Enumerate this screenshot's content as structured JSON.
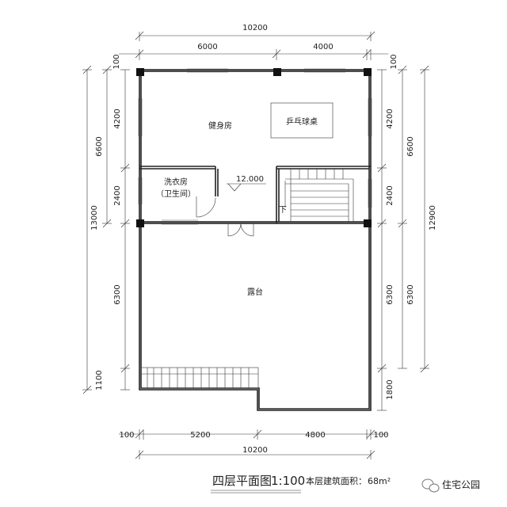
{
  "drawing": {
    "title": "四层平面图",
    "scale": "1:100",
    "area_label": "本层建筑面积：",
    "area_value": "68m²"
  },
  "rooms": {
    "gym": "健身房",
    "pingpong": "乒乓球桌",
    "laundry": "洗衣房",
    "laundry_sub": "（卫生间）",
    "terrace": "露台"
  },
  "elevation": "12.000",
  "stair_down": "下",
  "dims": {
    "top_total": "10200",
    "top_a": "6000",
    "top_b": "4000",
    "top_left_100": "100",
    "top_right_100": "100",
    "left_total": "13000",
    "left_upper": "6600",
    "left_4200": "4200",
    "left_2400": "2400",
    "left_6300": "6300",
    "left_1100": "1100",
    "right_total": "12900",
    "right_upper": "6600",
    "right_4200": "4200",
    "right_2400": "2400",
    "right_6300_inner": "6300",
    "right_6300_outer": "6300",
    "right_1800": "1800",
    "bottom_total": "10200",
    "bottom_a": "5200",
    "bottom_b": "4800",
    "bottom_left_100": "100",
    "bottom_right_100": "100"
  },
  "footer": {
    "icon": "wechat-icon",
    "text": "住宅公园"
  }
}
